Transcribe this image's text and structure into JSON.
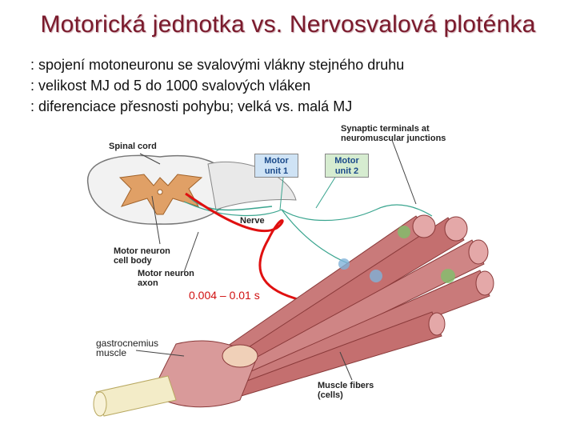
{
  "slide": {
    "title": "Motorická jednotka vs. Nervosvalová ploténka",
    "bullets": [
      ": spojení motoneuronu se svalovými vlákny stejného druhu",
      ": velikost MJ od 5 do 1000 svalových vláken",
      ": diferenciace přesnosti pohybu; velká vs. malá MJ"
    ]
  },
  "figure": {
    "spinal_cord": "Spinal cord",
    "motor_unit_1": [
      "Motor",
      "unit 1"
    ],
    "motor_unit_2": [
      "Motor",
      "unit 2"
    ],
    "synaptic": [
      "Synaptic terminals at",
      "neuromuscular junctions"
    ],
    "nerve": "Nerve",
    "cell_body": [
      "Motor neuron",
      "cell body"
    ],
    "axon": [
      "Motor neuron",
      "axon"
    ],
    "timing": "0.004 – 0.01 s",
    "gastrocnemius": [
      "gastrocnemius",
      "muscle"
    ],
    "muscle_fibers": [
      "Muscle fibers",
      "(cells)"
    ]
  },
  "colors": {
    "title": "#7a1a2c",
    "highlight_red": "#e01010",
    "motor_unit_1_fill": "#cfe3f5",
    "motor_unit_2_fill": "#d6ecd0",
    "muscle_fiber": "#c97a7a"
  }
}
